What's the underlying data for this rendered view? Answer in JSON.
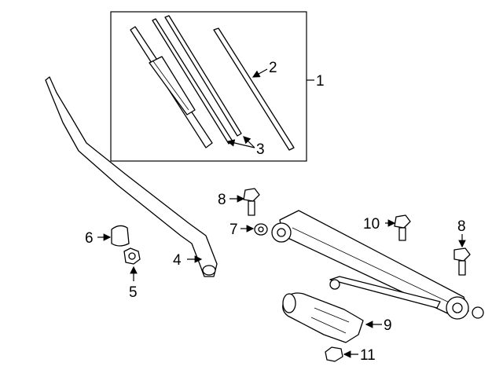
{
  "diagram": {
    "title": "Wiper components parts diagram",
    "callouts": [
      {
        "id": "c1",
        "label": "1"
      },
      {
        "id": "c2",
        "label": "2"
      },
      {
        "id": "c3",
        "label": "3"
      },
      {
        "id": "c4",
        "label": "4"
      },
      {
        "id": "c5",
        "label": "5"
      },
      {
        "id": "c6",
        "label": "6"
      },
      {
        "id": "c7",
        "label": "7"
      },
      {
        "id": "c8a",
        "label": "8"
      },
      {
        "id": "c8b",
        "label": "8"
      },
      {
        "id": "c9",
        "label": "9"
      },
      {
        "id": "c10",
        "label": "10"
      },
      {
        "id": "c11",
        "label": "11"
      }
    ]
  }
}
